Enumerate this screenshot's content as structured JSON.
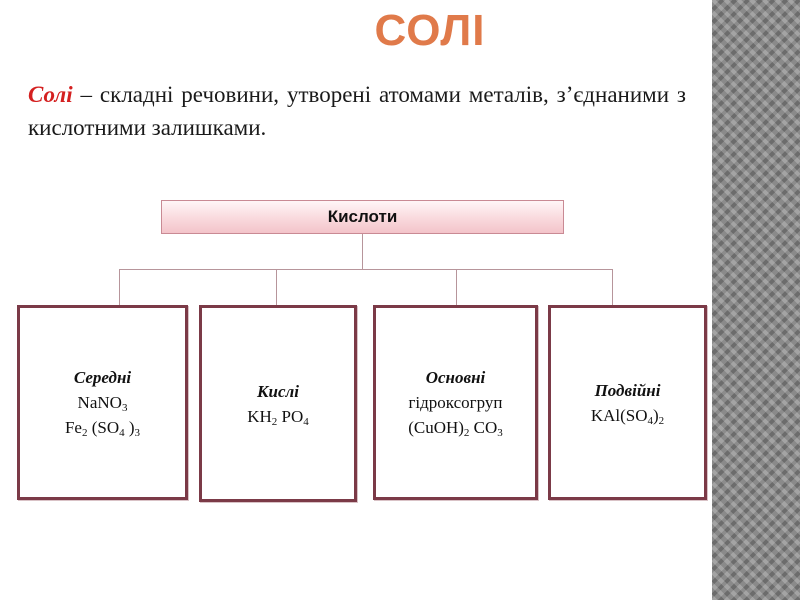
{
  "title": "СОЛІ",
  "definition": {
    "term": "Солі",
    "text": " – складні речовини, утворені атомами металів, з’єднаними з кислотними залишками."
  },
  "diagram": {
    "root": "Кислоти",
    "leaves": [
      {
        "name": "Середні",
        "formula1": {
          "a": "NaNO",
          "a_sub": "3"
        },
        "formula2": {
          "a": "Fe",
          "a_sub": "2",
          "b": " (SO",
          "b_sub": "4",
          "c": " )",
          "c_sub": "3"
        }
      },
      {
        "name": "Кислі",
        "formula": {
          "a": "KH",
          "a_sub": "2",
          "b": " PO",
          "b_sub": "4"
        }
      },
      {
        "name": "Основні",
        "line2": "гідроксогруп",
        "formula": {
          "a": "(CuOH)",
          "a_sub": "2",
          "b": " CO",
          "b_sub": "3"
        }
      },
      {
        "name": "Подвійні",
        "formula": {
          "a": "KAl(SO",
          "a_sub": "4",
          "b": ")",
          "b_sub": "2"
        }
      }
    ]
  },
  "colors": {
    "title": "#e07a4a",
    "term": "#d42020",
    "box_border": "#7b3a47",
    "connector": "#b7959b",
    "root_fill": "#f9d9dd"
  }
}
